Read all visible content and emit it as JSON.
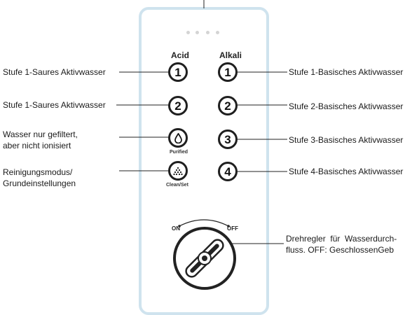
{
  "panel": {
    "headers": {
      "acid": "Acid",
      "alkali": "Alkali"
    },
    "buttons": {
      "acid_1": "1",
      "acid_2": "2",
      "purified_label": "Purified",
      "clean_label": "Clean/Set",
      "alkali_1": "1",
      "alkali_2": "2",
      "alkali_3": "3",
      "alkali_4": "4"
    },
    "knob": {
      "on": "ON",
      "off": "OFF"
    }
  },
  "annotations": {
    "acid_1": "Stufe 1-Saures Aktivwasser",
    "acid_2": "Stufe 1-Saures Aktivwasser",
    "purified_line1": "Wasser nur gefiltert,",
    "purified_line2": "aber nicht ionisiert",
    "clean_line1": "Reinigungsmodus/",
    "clean_line2": "Grundeinstellungen",
    "alkali_1": "Stufe 1-Basisches Aktivwasser",
    "alkali_2": "Stufe 2-Basisches Aktivwasser",
    "alkali_3": "Stufe 3-Basisches Aktivwasser",
    "alkali_4": "Stufe 4-Basisches Aktivwasser",
    "knob_line1": "Drehregler  für  Wasserdurch-",
    "knob_line2": "fluss. OFF: GeschlossenGeb"
  },
  "icons": {
    "purified": "water-drop-icon",
    "clean": "dots-triangle-icon",
    "knob": "rotary-knob-icon"
  },
  "colors": {
    "panel_border": "#cfe3ee",
    "leader": "#222222",
    "led": "#d4d4d4"
  }
}
